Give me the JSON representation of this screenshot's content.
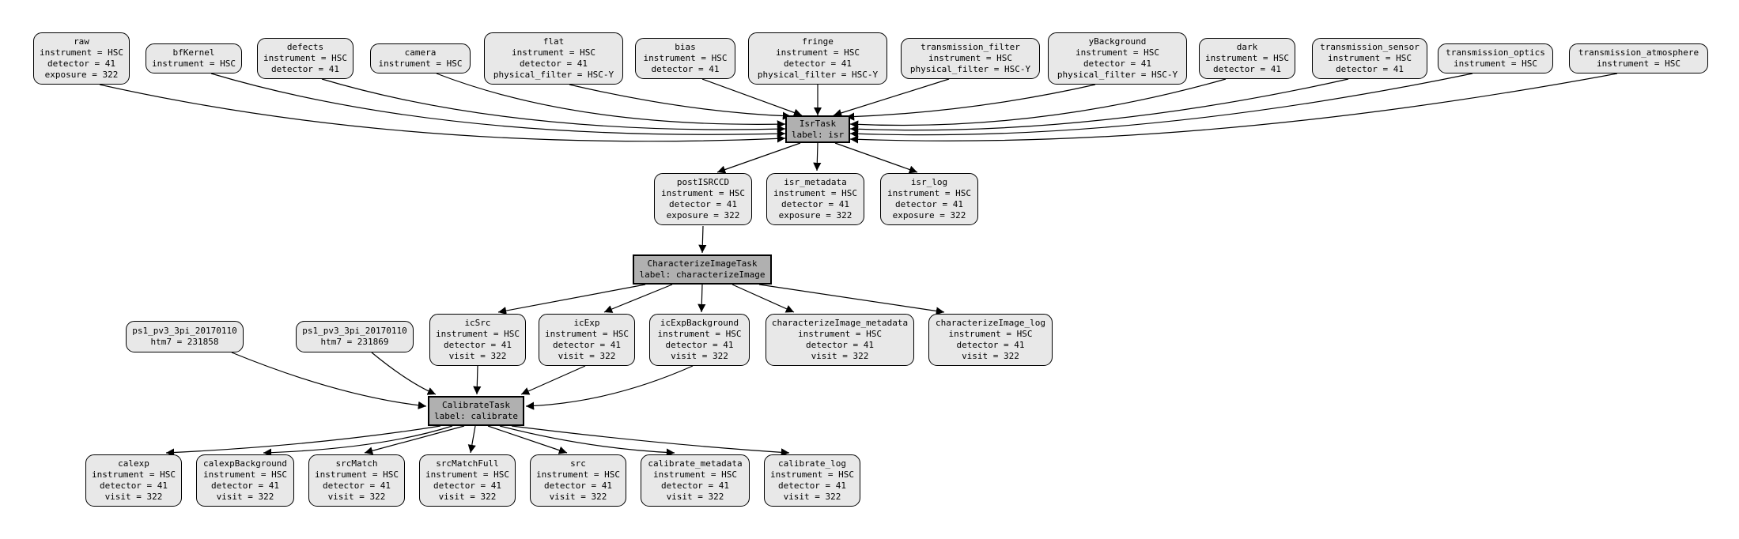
{
  "diagram": {
    "kind": "pipeline-quantum-graph",
    "colors": {
      "dataset_fill": "#e8e8e8",
      "task_fill": "#b0b0b0",
      "border": "#000000",
      "edge": "#000000",
      "background": "#ffffff"
    }
  },
  "nodes": {
    "raw": {
      "kind": "dataset",
      "title": "raw",
      "attrs": [
        "instrument = HSC",
        "detector = 41",
        "exposure = 322"
      ]
    },
    "bfKernel": {
      "kind": "dataset",
      "title": "bfKernel",
      "attrs": [
        "instrument = HSC"
      ]
    },
    "defects": {
      "kind": "dataset",
      "title": "defects",
      "attrs": [
        "instrument = HSC",
        "detector = 41"
      ]
    },
    "camera": {
      "kind": "dataset",
      "title": "camera",
      "attrs": [
        "instrument = HSC"
      ]
    },
    "flat": {
      "kind": "dataset",
      "title": "flat",
      "attrs": [
        "instrument = HSC",
        "detector = 41",
        "physical_filter = HSC-Y"
      ]
    },
    "bias": {
      "kind": "dataset",
      "title": "bias",
      "attrs": [
        "instrument = HSC",
        "detector = 41"
      ]
    },
    "fringe": {
      "kind": "dataset",
      "title": "fringe",
      "attrs": [
        "instrument = HSC",
        "detector = 41",
        "physical_filter = HSC-Y"
      ]
    },
    "transmission_filter": {
      "kind": "dataset",
      "title": "transmission_filter",
      "attrs": [
        "instrument = HSC",
        "physical_filter = HSC-Y"
      ]
    },
    "yBackground": {
      "kind": "dataset",
      "title": "yBackground",
      "attrs": [
        "instrument = HSC",
        "detector = 41",
        "physical_filter = HSC-Y"
      ]
    },
    "dark": {
      "kind": "dataset",
      "title": "dark",
      "attrs": [
        "instrument = HSC",
        "detector = 41"
      ]
    },
    "transmission_sensor": {
      "kind": "dataset",
      "title": "transmission_sensor",
      "attrs": [
        "instrument = HSC",
        "detector = 41"
      ]
    },
    "transmission_optics": {
      "kind": "dataset",
      "title": "transmission_optics",
      "attrs": [
        "instrument = HSC"
      ]
    },
    "transmission_atmosphere": {
      "kind": "dataset",
      "title": "transmission_atmosphere",
      "attrs": [
        "instrument = HSC"
      ]
    },
    "isrTask": {
      "kind": "task",
      "title": "IsrTask",
      "attrs": [
        "label: isr"
      ]
    },
    "postISRCCD": {
      "kind": "dataset",
      "title": "postISRCCD",
      "attrs": [
        "instrument = HSC",
        "detector = 41",
        "exposure = 322"
      ]
    },
    "isr_metadata": {
      "kind": "dataset",
      "title": "isr_metadata",
      "attrs": [
        "instrument = HSC",
        "detector = 41",
        "exposure = 322"
      ]
    },
    "isr_log": {
      "kind": "dataset",
      "title": "isr_log",
      "attrs": [
        "instrument = HSC",
        "detector = 41",
        "exposure = 322"
      ]
    },
    "characterizeImageTask": {
      "kind": "task",
      "title": "CharacterizeImageTask",
      "attrs": [
        "label: characterizeImage"
      ]
    },
    "ps1_a": {
      "kind": "dataset",
      "title": "ps1_pv3_3pi_20170110",
      "attrs": [
        "htm7 = 231858"
      ]
    },
    "ps1_b": {
      "kind": "dataset",
      "title": "ps1_pv3_3pi_20170110",
      "attrs": [
        "htm7 = 231869"
      ]
    },
    "icSrc": {
      "kind": "dataset",
      "title": "icSrc",
      "attrs": [
        "instrument = HSC",
        "detector = 41",
        "visit = 322"
      ]
    },
    "icExp": {
      "kind": "dataset",
      "title": "icExp",
      "attrs": [
        "instrument = HSC",
        "detector = 41",
        "visit = 322"
      ]
    },
    "icExpBackground": {
      "kind": "dataset",
      "title": "icExpBackground",
      "attrs": [
        "instrument = HSC",
        "detector = 41",
        "visit = 322"
      ]
    },
    "characterizeImage_metadata": {
      "kind": "dataset",
      "title": "characterizeImage_metadata",
      "attrs": [
        "instrument = HSC",
        "detector = 41",
        "visit = 322"
      ]
    },
    "characterizeImage_log": {
      "kind": "dataset",
      "title": "characterizeImage_log",
      "attrs": [
        "instrument = HSC",
        "detector = 41",
        "visit = 322"
      ]
    },
    "calibrateTask": {
      "kind": "task",
      "title": "CalibrateTask",
      "attrs": [
        "label: calibrate"
      ]
    },
    "calexp": {
      "kind": "dataset",
      "title": "calexp",
      "attrs": [
        "instrument = HSC",
        "detector = 41",
        "visit = 322"
      ]
    },
    "calexpBackground": {
      "kind": "dataset",
      "title": "calexpBackground",
      "attrs": [
        "instrument = HSC",
        "detector = 41",
        "visit = 322"
      ]
    },
    "srcMatch": {
      "kind": "dataset",
      "title": "srcMatch",
      "attrs": [
        "instrument = HSC",
        "detector = 41",
        "visit = 322"
      ]
    },
    "srcMatchFull": {
      "kind": "dataset",
      "title": "srcMatchFull",
      "attrs": [
        "instrument = HSC",
        "detector = 41",
        "visit = 322"
      ]
    },
    "src": {
      "kind": "dataset",
      "title": "src",
      "attrs": [
        "instrument = HSC",
        "detector = 41",
        "visit = 322"
      ]
    },
    "calibrate_metadata": {
      "kind": "dataset",
      "title": "calibrate_metadata",
      "attrs": [
        "instrument = HSC",
        "detector = 41",
        "visit = 322"
      ]
    },
    "calibrate_log": {
      "kind": "dataset",
      "title": "calibrate_log",
      "attrs": [
        "instrument = HSC",
        "detector = 41",
        "visit = 322"
      ]
    }
  },
  "edges": [
    {
      "from": "raw",
      "to": "isrTask"
    },
    {
      "from": "bfKernel",
      "to": "isrTask"
    },
    {
      "from": "defects",
      "to": "isrTask"
    },
    {
      "from": "camera",
      "to": "isrTask"
    },
    {
      "from": "flat",
      "to": "isrTask"
    },
    {
      "from": "bias",
      "to": "isrTask"
    },
    {
      "from": "fringe",
      "to": "isrTask"
    },
    {
      "from": "transmission_filter",
      "to": "isrTask"
    },
    {
      "from": "yBackground",
      "to": "isrTask"
    },
    {
      "from": "dark",
      "to": "isrTask"
    },
    {
      "from": "transmission_sensor",
      "to": "isrTask"
    },
    {
      "from": "transmission_optics",
      "to": "isrTask"
    },
    {
      "from": "transmission_atmosphere",
      "to": "isrTask"
    },
    {
      "from": "isrTask",
      "to": "postISRCCD"
    },
    {
      "from": "isrTask",
      "to": "isr_metadata"
    },
    {
      "from": "isrTask",
      "to": "isr_log"
    },
    {
      "from": "postISRCCD",
      "to": "characterizeImageTask"
    },
    {
      "from": "characterizeImageTask",
      "to": "icSrc"
    },
    {
      "from": "characterizeImageTask",
      "to": "icExp"
    },
    {
      "from": "characterizeImageTask",
      "to": "icExpBackground"
    },
    {
      "from": "characterizeImageTask",
      "to": "characterizeImage_metadata"
    },
    {
      "from": "characterizeImageTask",
      "to": "characterizeImage_log"
    },
    {
      "from": "ps1_a",
      "to": "calibrateTask"
    },
    {
      "from": "ps1_b",
      "to": "calibrateTask"
    },
    {
      "from": "icSrc",
      "to": "calibrateTask"
    },
    {
      "from": "icExp",
      "to": "calibrateTask"
    },
    {
      "from": "icExpBackground",
      "to": "calibrateTask"
    },
    {
      "from": "calibrateTask",
      "to": "calexp"
    },
    {
      "from": "calibrateTask",
      "to": "calexpBackground"
    },
    {
      "from": "calibrateTask",
      "to": "srcMatch"
    },
    {
      "from": "calibrateTask",
      "to": "srcMatchFull"
    },
    {
      "from": "calibrateTask",
      "to": "src"
    },
    {
      "from": "calibrateTask",
      "to": "calibrate_metadata"
    },
    {
      "from": "calibrateTask",
      "to": "calibrate_log"
    }
  ]
}
